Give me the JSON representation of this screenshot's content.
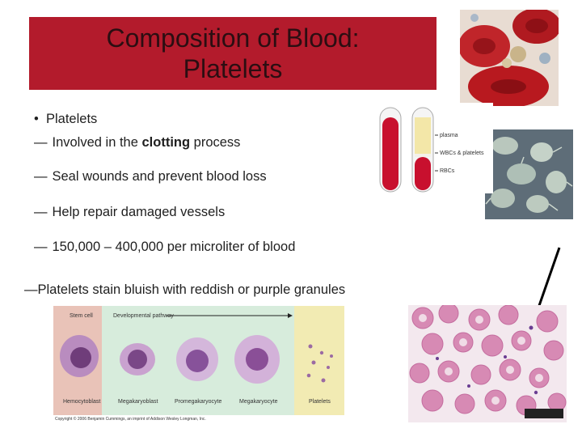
{
  "slide": {
    "title": "Composition of Blood:\nPlatelets",
    "bullet": "Platelets",
    "points": [
      {
        "pre": "Involved in the ",
        "bold": "clotting",
        "post": " process"
      },
      {
        "text": "Seal wounds and prevent blood loss"
      },
      {
        "text": "Help repair damaged vessels"
      },
      {
        "text": "150,000 – 400,000 per microliter of blood"
      },
      {
        "text": "Platelets stain bluish with reddish or purple granules"
      }
    ],
    "dash": "—",
    "bullet_glyph": "•"
  },
  "tube_labels": {
    "plasma": "plasma",
    "wbc": "WBCs & platelets",
    "rbc": "RBCs"
  },
  "pathway": {
    "stem_cell": "Stem cell",
    "developmental_pathway": "Developmental pathway",
    "stages": [
      "Hemocytoblast",
      "Megakaryoblast",
      "Promegakaryocyte",
      "Megakaryocyte",
      "Platelets"
    ],
    "copyright": "Copyright © 2006 Benjamin Cummings, an imprint of Addison Wesley Longman, Inc."
  },
  "colors": {
    "title_bg": "#b31b2c",
    "blood": "#c8102e",
    "platelet_purple": "#8a3f8f"
  }
}
